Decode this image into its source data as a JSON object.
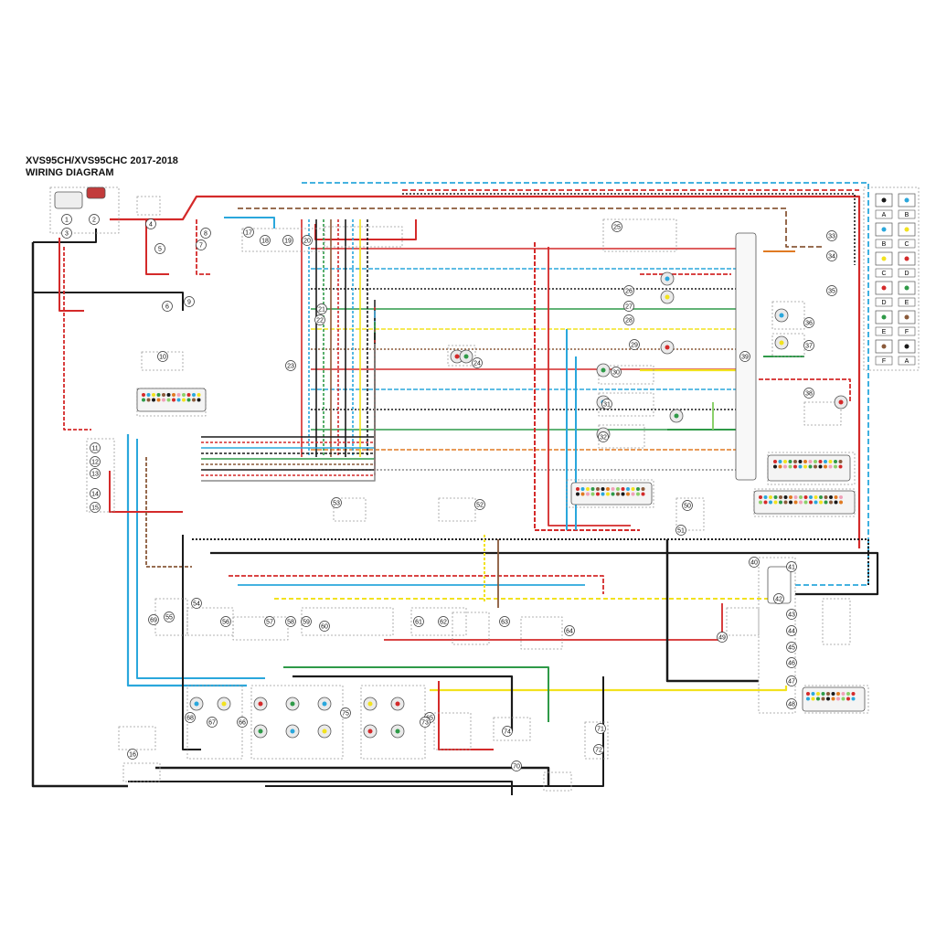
{
  "title": {
    "line1": "XVS95CH/XVS95CHC 2017-2018",
    "line2": "WIRING DIAGRAM"
  },
  "wire_colors": {
    "black": "#1a1a1a",
    "red": "#d42a2a",
    "blue": "#2aa7dc",
    "green": "#2f9a48",
    "yellow": "#f2e21e",
    "brown": "#8a5a3a",
    "orange": "#e07a22",
    "gray": "#8a8a8a",
    "pink": "#f0a0b8",
    "lightgreen": "#8bd06a",
    "white": "#dcdcdc"
  },
  "component_numbers": [
    "1",
    "2",
    "3",
    "4",
    "5",
    "6",
    "7",
    "8",
    "9",
    "10",
    "11",
    "12",
    "13",
    "14",
    "15",
    "16",
    "17",
    "18",
    "19",
    "20",
    "21",
    "22",
    "23",
    "24",
    "25",
    "26",
    "27",
    "28",
    "29",
    "30",
    "31",
    "32",
    "33",
    "34",
    "35",
    "36",
    "37",
    "38",
    "39",
    "40",
    "41",
    "42",
    "43",
    "44",
    "45",
    "46",
    "47",
    "48",
    "49",
    "50",
    "51",
    "52",
    "53",
    "54",
    "55",
    "56",
    "57",
    "58",
    "59",
    "60",
    "61",
    "62",
    "63",
    "64",
    "65",
    "66",
    "67",
    "68",
    "69",
    "70",
    "71",
    "72",
    "73",
    "74",
    "75"
  ],
  "connector_legend": [
    "A",
    "B",
    "C",
    "D",
    "E",
    "F"
  ]
}
